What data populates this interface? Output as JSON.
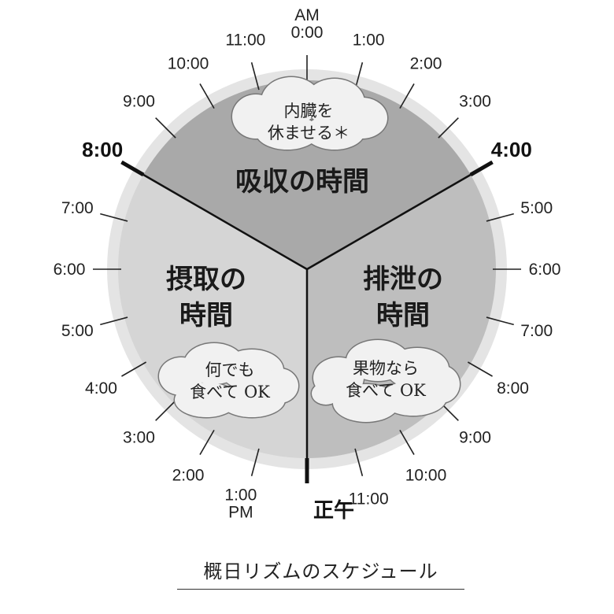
{
  "clock": {
    "hour_labels": [
      {
        "lines": [
          "AM",
          "0:00"
        ]
      },
      {
        "lines": [
          "1:00"
        ]
      },
      {
        "lines": [
          "2:00"
        ]
      },
      {
        "lines": [
          "3:00"
        ]
      },
      {
        "lines": [
          "4:00"
        ],
        "bold": true
      },
      {
        "lines": [
          "5:00"
        ]
      },
      {
        "lines": [
          "6:00"
        ]
      },
      {
        "lines": [
          "7:00"
        ]
      },
      {
        "lines": [
          "8:00"
        ]
      },
      {
        "lines": [
          "9:00"
        ]
      },
      {
        "lines": [
          "10:00"
        ]
      },
      {
        "lines": [
          "11:00"
        ]
      },
      {
        "lines": [
          "正午"
        ],
        "bold": true
      },
      {
        "lines": [
          "1:00",
          "PM"
        ]
      },
      {
        "lines": [
          "2:00"
        ]
      },
      {
        "lines": [
          "3:00"
        ]
      },
      {
        "lines": [
          "4:00"
        ]
      },
      {
        "lines": [
          "5:00"
        ]
      },
      {
        "lines": [
          "6:00"
        ]
      },
      {
        "lines": [
          "7:00"
        ]
      },
      {
        "lines": [
          "8:00"
        ],
        "bold": true
      },
      {
        "lines": [
          "9:00"
        ]
      },
      {
        "lines": [
          "10:00"
        ]
      },
      {
        "lines": [
          "11:00"
        ]
      }
    ],
    "sectors": [
      {
        "name": "absorption",
        "lines": [
          "吸収の時間"
        ],
        "from_hour": 20,
        "to_hour": 4,
        "color": "#a9a9a9"
      },
      {
        "name": "excretion",
        "lines": [
          "排泄の",
          "時間"
        ],
        "from_hour": 4,
        "to_hour": 12,
        "color": "#bebebe"
      },
      {
        "name": "intake",
        "lines": [
          "摂取の",
          "時間"
        ],
        "from_hour": 12,
        "to_hour": 20,
        "color": "#d5d5d5"
      }
    ],
    "clouds": [
      {
        "name": "rest-organs",
        "lines": [
          "内臓を",
          "休ませる＊"
        ]
      },
      {
        "name": "eat-anything",
        "lines": [
          "何でも",
          "食べて OK"
        ]
      },
      {
        "name": "fruit-ok",
        "lines": [
          "果物なら",
          "食べて OK"
        ]
      }
    ],
    "ring_color": "#e4e4e4"
  },
  "caption": "概日リズムのスケジュール"
}
